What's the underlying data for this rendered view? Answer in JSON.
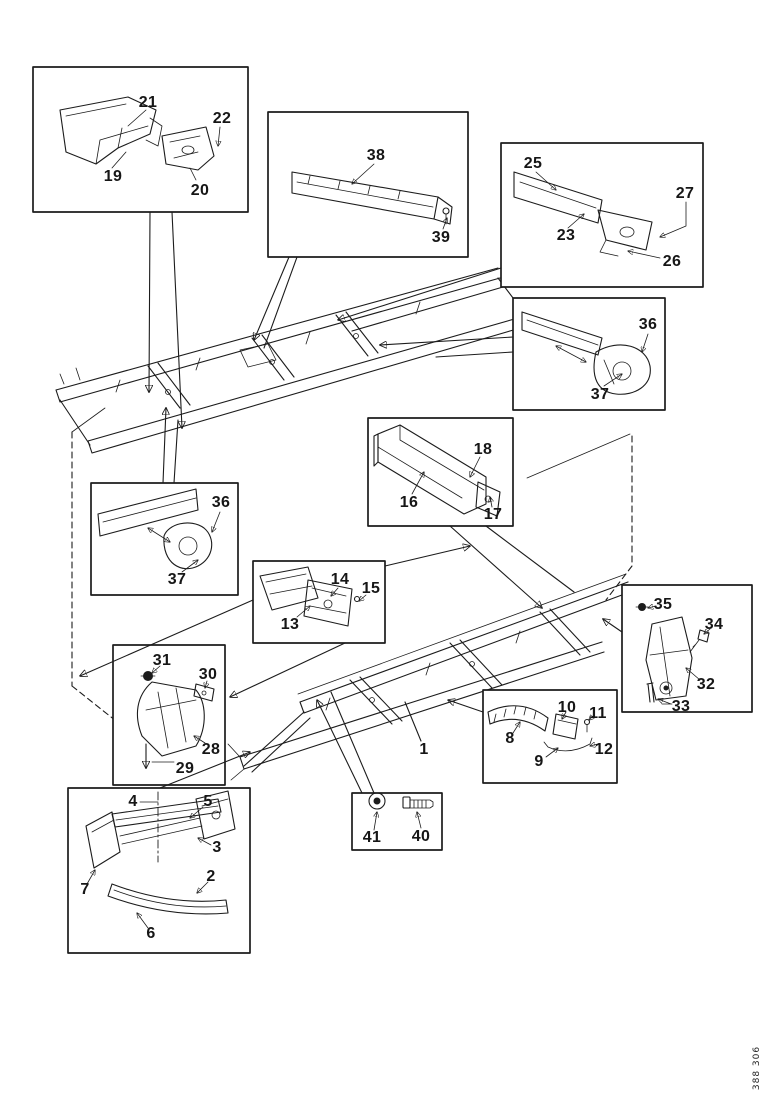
{
  "figure": {
    "drawing_number": "388 306"
  },
  "callouts": {
    "main_1": "1",
    "a_19": "19",
    "a_20": "20",
    "a_21": "21",
    "a_22": "22",
    "b_38": "38",
    "b_39": "39",
    "c_23": "23",
    "c_25": "25",
    "c_26": "26",
    "c_27": "27",
    "d_36": "36",
    "d_37": "37",
    "e_36": "36",
    "e_37": "37",
    "f_16": "16",
    "f_17": "17",
    "f_18": "18",
    "g_13": "13",
    "g_14": "14",
    "g_15": "15",
    "h_28": "28",
    "h_29": "29",
    "h_30": "30",
    "h_31": "31",
    "i_2": "2",
    "i_3": "3",
    "i_4": "4",
    "i_5": "5",
    "i_6": "6",
    "i_7": "7",
    "j_8": "8",
    "j_9": "9",
    "j_10": "10",
    "j_11": "11",
    "j_12": "12",
    "k_32": "32",
    "k_33": "33",
    "k_34": "34",
    "k_35": "35",
    "l_40": "40",
    "l_41": "41"
  }
}
